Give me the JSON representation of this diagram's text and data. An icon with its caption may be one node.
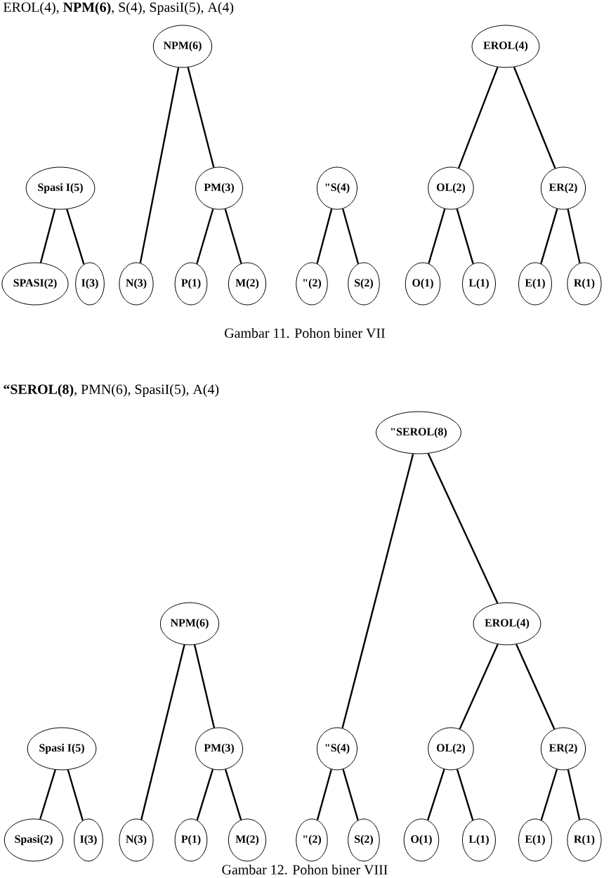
{
  "diagram": {
    "nodes": [
      {
        "text": [
          "NPM(6)"
        ]
      },
      {
        "text": [
          "EROL(4)"
        ]
      },
      {
        "text": [
          "Spasi I(5)"
        ]
      },
      {
        "text": [
          "PM(3)"
        ]
      },
      {
        "text": [
          "\"S(4)"
        ]
      },
      {
        "text": [
          "OL(2)"
        ]
      },
      {
        "text": [
          "ER(2)"
        ]
      },
      {
        "text": [
          "SPASI(2)"
        ]
      },
      {
        "text": [
          "I(3)"
        ]
      },
      {
        "text": [
          "N(3)"
        ]
      },
      {
        "text": [
          "P(1)"
        ]
      },
      {
        "text": [
          "M(2)"
        ]
      },
      {
        "text": [
          "\"(2)"
        ]
      },
      {
        "text": [
          "S(2)"
        ]
      },
      {
        "text": [
          "O(1)"
        ]
      },
      {
        "text": [
          "L(1)"
        ]
      },
      {
        "text": [
          "E(1)"
        ]
      },
      {
        "text": [
          "R(1)"
        ]
      },
      {
        "text": [
          "\"SEROL(8)"
        ]
      },
      {
        "text": [
          "NPM(6)"
        ]
      },
      {
        "text": [
          "EROL(4)"
        ]
      },
      {
        "text": [
          "Spasi I(5)"
        ]
      },
      {
        "text": [
          "PM(3)"
        ]
      },
      {
        "text": [
          "\"S(4)"
        ]
      },
      {
        "text": [
          "OL(2)"
        ]
      },
      {
        "text": [
          "ER(2)"
        ]
      },
      {
        "text": [
          "Spasi(2)"
        ]
      },
      {
        "text": [
          "I(3)"
        ]
      },
      {
        "text": [
          "N(3)"
        ]
      },
      {
        "text": [
          "P(1)"
        ]
      },
      {
        "text": [
          "M(2)"
        ]
      },
      {
        "text": [
          "\"(2)"
        ]
      },
      {
        "text": [
          "S(2)"
        ]
      },
      {
        "text": [
          "O(1)"
        ]
      },
      {
        "text": [
          "L(1)"
        ]
      },
      {
        "text": [
          "E(1)"
        ]
      },
      {
        "text": [
          "R(1)"
        ]
      }
    ],
    "edges": [
      {
        "from": 0,
        "to": 9,
        "arrow": "none"
      },
      {
        "from": 0,
        "to": 3,
        "arrow": "none"
      },
      {
        "from": 1,
        "to": 5,
        "arrow": "none"
      },
      {
        "from": 1,
        "to": 6,
        "arrow": "none"
      },
      {
        "from": 2,
        "to": 7,
        "arrow": "none"
      },
      {
        "from": 2,
        "to": 8,
        "arrow": "none"
      },
      {
        "from": 3,
        "to": 10,
        "arrow": "none"
      },
      {
        "from": 3,
        "to": 11,
        "arrow": "none"
      },
      {
        "from": 4,
        "to": 12,
        "arrow": "none"
      },
      {
        "from": 4,
        "to": 13,
        "arrow": "none"
      },
      {
        "from": 5,
        "to": 14,
        "arrow": "none"
      },
      {
        "from": 5,
        "to": 15,
        "arrow": "none"
      },
      {
        "from": 6,
        "to": 16,
        "arrow": "none"
      },
      {
        "from": 6,
        "to": 17,
        "arrow": "none"
      },
      {
        "from": 18,
        "to": 23,
        "arrow": "none"
      },
      {
        "from": 18,
        "to": 20,
        "arrow": "none"
      },
      {
        "from": 19,
        "to": 28,
        "arrow": "none"
      },
      {
        "from": 19,
        "to": 22,
        "arrow": "none"
      },
      {
        "from": 20,
        "to": 24,
        "arrow": "none"
      },
      {
        "from": 20,
        "to": 25,
        "arrow": "none"
      },
      {
        "from": 21,
        "to": 26,
        "arrow": "none"
      },
      {
        "from": 21,
        "to": 27,
        "arrow": "none"
      },
      {
        "from": 22,
        "to": 29,
        "arrow": "none"
      },
      {
        "from": 22,
        "to": 30,
        "arrow": "none"
      },
      {
        "from": 23,
        "to": 31,
        "arrow": "none"
      },
      {
        "from": 23,
        "to": 32,
        "arrow": "none"
      },
      {
        "from": 24,
        "to": 33,
        "arrow": "none"
      },
      {
        "from": 24,
        "to": 34,
        "arrow": "none"
      },
      {
        "from": 25,
        "to": 35,
        "arrow": "none"
      },
      {
        "from": 25,
        "to": 36,
        "arrow": "none"
      }
    ],
    "labels": [
      "EROL(4),   **NPM(6)**,    S(4),   SpasiI(5),  A(4)",
      "Gambar 11. Pohon biner VII",
      "**“SEROL(8)**,   PMN(6),   SpasiI(5),  A(4)",
      "Gambar 12. Pohon biner VIII"
    ]
  }
}
